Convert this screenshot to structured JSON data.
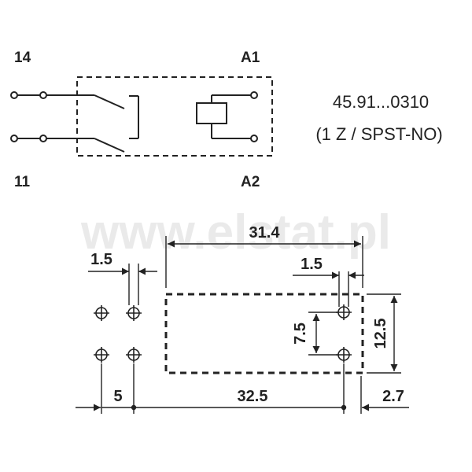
{
  "terminals": {
    "t14": "14",
    "t11": "11",
    "a1": "A1",
    "a2": "A2"
  },
  "model": {
    "code": "45.91...0310",
    "type": "(1 Z / SPST-NO)"
  },
  "watermark": "www.elstat.pl",
  "dimensions": {
    "overall_width": "31.4",
    "pin_gap_left": "1.5",
    "pin_gap_right": "1.5",
    "coil_pitch": "7.5",
    "height": "12.5",
    "left_offset": "5",
    "main_pitch": "32.5",
    "right_offset": "2.7"
  },
  "colors": {
    "ink": "#222222",
    "watermark": "#d9d9d9"
  }
}
